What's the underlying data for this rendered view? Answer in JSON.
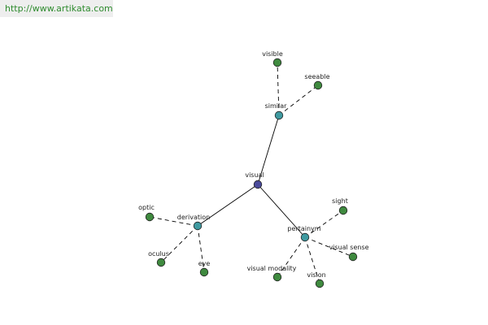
{
  "source_url": "http://www.artikata.com",
  "colors": {
    "root_node": "#4a4a9a",
    "relation_node": "#3f9aa0",
    "leaf_node": "#3f8a3f",
    "node_stroke": "#222222",
    "edge": "#000000"
  },
  "nodes": {
    "root": {
      "label": "visual",
      "role": "root"
    },
    "similar": {
      "label": "similar",
      "role": "relation"
    },
    "derivation": {
      "label": "derivation",
      "role": "relation"
    },
    "pertainym": {
      "label": "pertainym",
      "role": "relation"
    },
    "visible": {
      "label": "visible",
      "role": "leaf"
    },
    "seeable": {
      "label": "seeable",
      "role": "leaf"
    },
    "optic": {
      "label": "optic",
      "role": "leaf"
    },
    "oculus": {
      "label": "oculus",
      "role": "leaf"
    },
    "eye": {
      "label": "eye",
      "role": "leaf"
    },
    "sight": {
      "label": "sight",
      "role": "leaf"
    },
    "visual_sense": {
      "label": "visual sense",
      "role": "leaf"
    },
    "visual_modality": {
      "label": "visual modality",
      "role": "leaf"
    },
    "vision": {
      "label": "vision",
      "role": "leaf"
    }
  },
  "edges": [
    {
      "from": "root",
      "to": "similar",
      "style": "solid"
    },
    {
      "from": "root",
      "to": "derivation",
      "style": "solid"
    },
    {
      "from": "root",
      "to": "pertainym",
      "style": "solid"
    },
    {
      "from": "similar",
      "to": "visible",
      "style": "dashed"
    },
    {
      "from": "similar",
      "to": "seeable",
      "style": "dashed"
    },
    {
      "from": "derivation",
      "to": "optic",
      "style": "dashed"
    },
    {
      "from": "derivation",
      "to": "oculus",
      "style": "dashed"
    },
    {
      "from": "derivation",
      "to": "eye",
      "style": "dashed"
    },
    {
      "from": "pertainym",
      "to": "sight",
      "style": "dashed"
    },
    {
      "from": "pertainym",
      "to": "visual_sense",
      "style": "dashed"
    },
    {
      "from": "pertainym",
      "to": "visual_modality",
      "style": "dashed"
    },
    {
      "from": "pertainym",
      "to": "vision",
      "style": "dashed"
    }
  ]
}
